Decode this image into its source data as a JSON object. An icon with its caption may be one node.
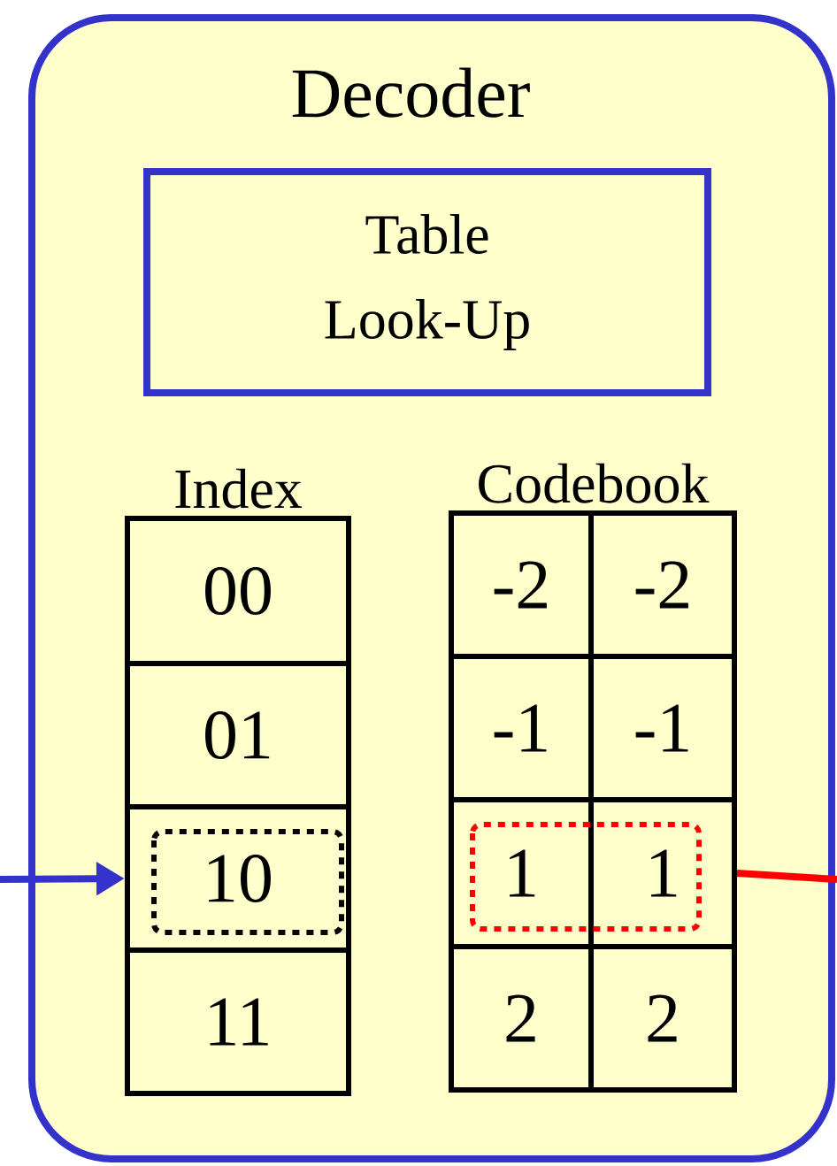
{
  "diagram": {
    "nodes": [
      {
        "text": [
          "Decoder"
        ]
      },
      {
        "text": [
          "Table Look-Up"
        ],
        "in": 0
      },
      {
        "text": [
          "Index"
        ],
        "in": 0
      },
      {
        "text": [
          "00"
        ],
        "in": 2
      },
      {
        "text": [
          "01"
        ],
        "in": 2
      },
      {
        "text": [
          "10"
        ],
        "in": 2
      },
      {
        "text": [
          "11"
        ],
        "in": 2
      },
      {
        "text": [
          "Codebook"
        ],
        "in": 0
      },
      {
        "text": [
          "-2"
        ],
        "in": 7
      },
      {
        "text": [
          "-2"
        ],
        "in": 7
      },
      {
        "text": [
          "-1"
        ],
        "in": 7
      },
      {
        "text": [
          "-1"
        ],
        "in": 7
      },
      {
        "text": [
          "1"
        ],
        "in": 7
      },
      {
        "text": [
          "1"
        ],
        "in": 7
      },
      {
        "text": [
          "2"
        ],
        "in": 7
      },
      {
        "text": [
          "2"
        ],
        "in": 7
      }
    ],
    "edges": [
      {
        "from": null,
        "to": 5,
        "arrow": "to",
        "color": "#3333cc"
      },
      {
        "from": 13,
        "to": null,
        "arrow": "none",
        "color": "#ff0000"
      }
    ]
  }
}
